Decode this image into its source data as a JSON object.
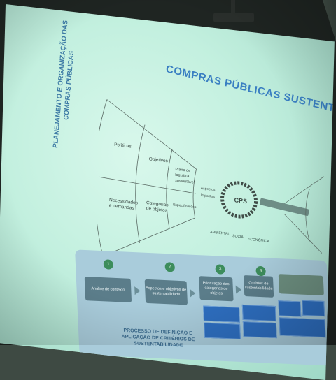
{
  "slide": {
    "title": "COMPRAS PÚBLICAS SUSTENTÁVEIS",
    "side_title": "PLANEJAMENTO E ORGANIZAÇÃO DAS COMPRAS PÚBLICAS",
    "fan": {
      "politicas": "Políticas",
      "necessidades": "Necessidades e demandas",
      "objetivos": "Objetivos",
      "categorias": "Categorias de objetos",
      "plano": "Plano de logística sustentável",
      "especificacoes": "Especificações",
      "aspectos": "Aspectos",
      "impactos": "Impactos"
    },
    "cps": {
      "center": "CPS",
      "pillars": [
        "AMBIENTAL",
        "SOCIAL",
        "ECONÔMICA"
      ]
    },
    "steps": [
      {
        "num": "1",
        "label": "Análise de contexto"
      },
      {
        "num": "2",
        "label": "Aspectos e objetivos de sustentabilidade"
      },
      {
        "num": "3",
        "label": "Priorização das categorias de objetos"
      },
      {
        "num": "4",
        "label": "Critérios de sustentabilidade"
      }
    ],
    "process_title": "PROCESSO DE DEFINIÇÃO E APLICAÇÃO DE CRITÉRIOS DE SUSTENTABILIDADE"
  },
  "colors": {
    "screen": "#c3f0df",
    "title_blue": "#3a7fc2",
    "step_green": "#3d8d5c",
    "card_slate": "#5b7d8a",
    "box_blue": "#2e6fc1"
  }
}
